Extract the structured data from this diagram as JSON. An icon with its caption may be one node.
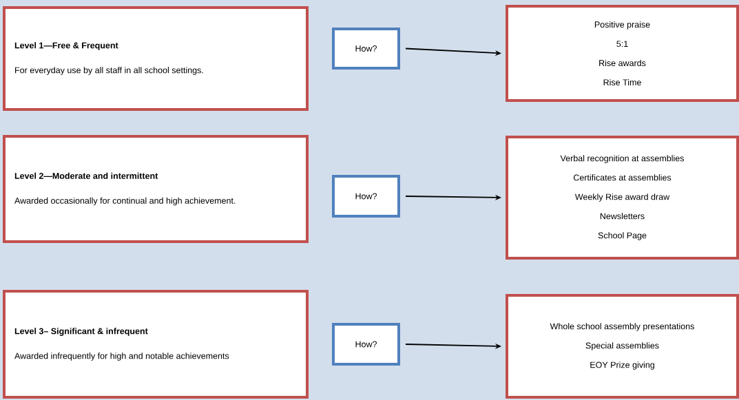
{
  "diagram": {
    "nodes": [
      {
        "text": [
          "Level 1—Free & Frequent",
          "For everyday use by all staff in all school settings."
        ]
      },
      {
        "text": [
          "How?"
        ]
      },
      {
        "text": [
          "Positive praise",
          "5:1",
          "Rise awards",
          "Rise Time"
        ]
      },
      {
        "text": [
          "Level 2—Moderate and intermittent",
          "Awarded occasionally for continual and high achievement."
        ]
      },
      {
        "text": [
          "How?"
        ]
      },
      {
        "text": [
          "Verbal recognition at assemblies",
          "Certificates at assemblies",
          "Weekly Rise award draw",
          "Newsletters",
          "School Page"
        ]
      },
      {
        "text": [
          "Level 3– Significant & infrequent",
          "Awarded infrequently for high and notable achievements"
        ]
      },
      {
        "text": [
          "How?"
        ]
      },
      {
        "text": [
          "Whole school assembly presentations",
          "Special assemblies",
          "EOY Prize giving"
        ]
      }
    ],
    "edges": [
      {
        "from": 1,
        "to": 2,
        "arrow": "to"
      },
      {
        "from": 4,
        "to": 5,
        "arrow": "to"
      },
      {
        "from": 7,
        "to": 8,
        "arrow": "to"
      }
    ]
  }
}
